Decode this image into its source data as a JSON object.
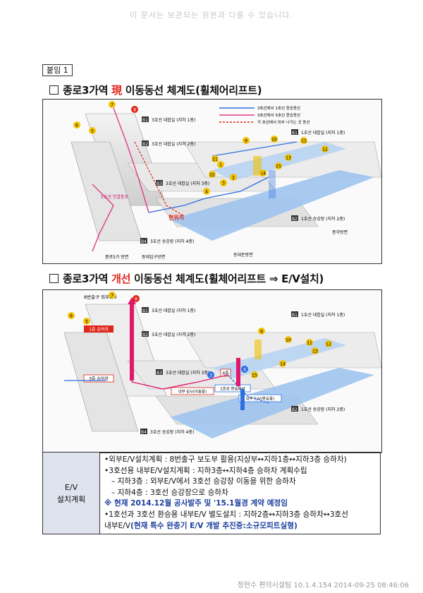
{
  "header": {
    "faded_text": "이 문서는 보관되는 원본과 다를 수 있습니다."
  },
  "attachment": {
    "label": "붙임 1"
  },
  "section1": {
    "title_prefix": "종로3가역",
    "title_highlight": "現",
    "title_suffix": "이동동선 체계도(휠체어리프트)"
  },
  "section2": {
    "title_prefix": "종로3가역",
    "title_highlight": "개선",
    "title_suffix": "이동동선 체계도(휠체어리프트 ⇒ E/V설치)"
  },
  "diagram1": {
    "legend": [
      "3호선에서 1호선 환승동선",
      "3호선에서 5호선 환승동선",
      "각 호선에서 외부 나가는 곳 동선"
    ],
    "levels": [
      {
        "num": "B1",
        "name": "3호선 대합실 (지하 1층)"
      },
      {
        "num": "B2",
        "name": "3호선 대합실 (지하 2층)"
      },
      {
        "num": "B3",
        "name": "3호선 대합실 (지하 3층)"
      },
      {
        "num": "B4",
        "name": "3호선 승강장 (지하 4층)"
      },
      {
        "num": "B1",
        "name": "1호선 대합실 (지하 1층)"
      },
      {
        "num": "B2",
        "name": "1호선 승강장 (지하 2층)"
      }
    ],
    "labels": {
      "current": "현위치",
      "transfer": "5호선 연결통로",
      "exit_a": "종각방면",
      "exit_b": "동대문방면",
      "exit_c": "동대입구방면",
      "exit_d": "종로5가 방면"
    },
    "exits": [
      "7",
      "8",
      "6",
      "5",
      "9",
      "10",
      "11",
      "12",
      "13",
      "14",
      "15",
      "1",
      "2",
      "3",
      "4",
      "21",
      "22"
    ]
  },
  "diagram2": {
    "top_note": "8번출구 외부E/V",
    "levels": [
      {
        "num": "B1",
        "name": "3호선 대합실 (지하 1층)"
      },
      {
        "num": "B2",
        "name": "3호선 대합실 (지하 2층)"
      },
      {
        "num": "B3",
        "name": "3호선 대합실 (지하 3층)"
      },
      {
        "num": "B4",
        "name": "3호선 승강장 (지하 4층)"
      },
      {
        "num": "B1",
        "name": "1호선 대합실 (지하 1층)"
      },
      {
        "num": "B2",
        "name": "1호선 승강장 (지하 2층)"
      }
    ],
    "tags": {
      "floor1": "1층 승하차",
      "floor3": "3층 승하차",
      "floor4": "4층",
      "inner_ev": "내부 E/V(이동용)",
      "inner_ev2": "내부 E/V(환승용)",
      "transfer1": "1호선 환승동선"
    },
    "exits": [
      "7",
      "8",
      "6",
      "5",
      "9",
      "10",
      "11",
      "12",
      "13",
      "14",
      "15",
      "3",
      "4"
    ]
  },
  "plan": {
    "label_line1": "E/V",
    "label_line2": "설치계획",
    "lines": [
      {
        "text": "•외부E/V설치계획 : 8번출구 보도부 활용(지상부↔지하1층↔지하3층 승하차)",
        "style": "normal"
      },
      {
        "text": "•3호선용 내부E/V설치계획 : 지하3층↔지하4층 승하차 계획수립",
        "style": "normal"
      },
      {
        "text": "– 지하3층 : 외부E/V에서 3호선 승강장 이동을 위한 승하차",
        "style": "indent"
      },
      {
        "text": "– 지하4층 : 3호선 승강장으로 승하차",
        "style": "indent"
      },
      {
        "text": "※ 현재 2014.12월 공사발주 및 '15.1월경 계약 예정임",
        "style": "blue"
      },
      {
        "text": "•1호선과 3호선 환승용 내부E/V 별도설치 : 지하2층↔지하3층 승하차↔3호선",
        "style": "normal"
      }
    ],
    "last_prefix": "내부E/V",
    "last_blue": "(현재 특수 완충기 E/V 개발 추진중:소규모피트실형)"
  },
  "footer": {
    "stamp": "정현수 편의시설팀 10.1.4.154 2014-09-25 08:46:06"
  },
  "colors": {
    "red": "#e0261b",
    "blue_line": "#2f6fe0",
    "pink_line": "#e23a8a",
    "platform_blue": "#9fc4ee",
    "ev_red": "#e0186c",
    "label_bg": "#dfe3ee"
  }
}
